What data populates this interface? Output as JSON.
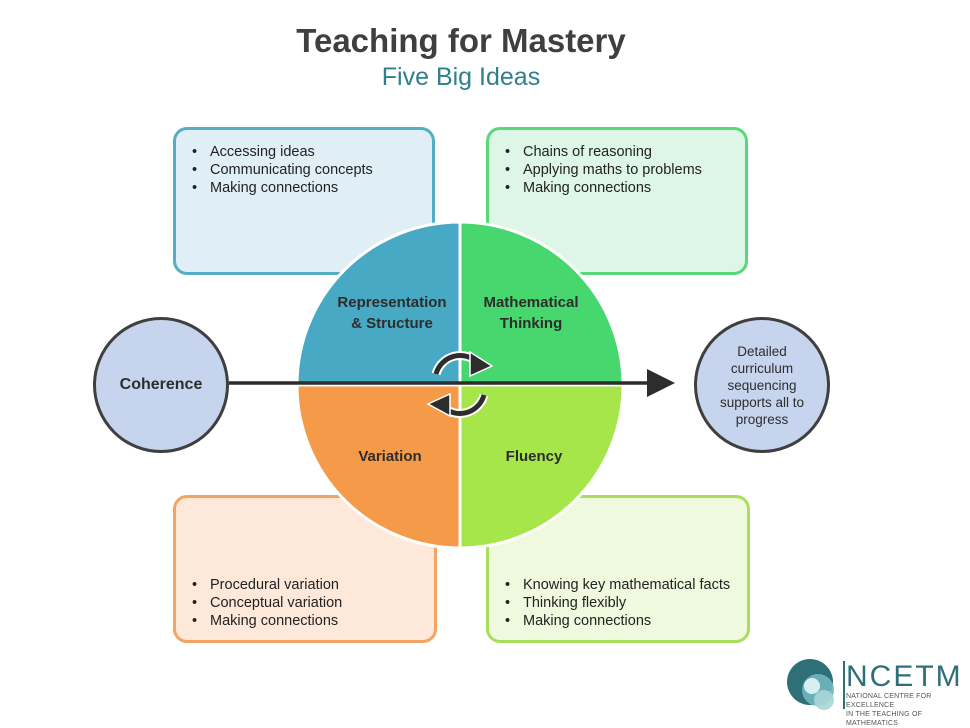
{
  "header": {
    "title": "Teaching for Mastery",
    "subtitle": "Five Big Ideas"
  },
  "quadrants": {
    "representation": {
      "label_line1": "Representation",
      "label_line2": "& Structure",
      "color": "#47a9c3",
      "bullets": [
        "Accessing ideas",
        "Communicating concepts",
        "Making connections"
      ]
    },
    "mathematical_thinking": {
      "label_line1": "Mathematical",
      "label_line2": "Thinking",
      "color": "#48d66e",
      "bullets": [
        "Chains of reasoning",
        "Applying maths to problems",
        "Making connections"
      ]
    },
    "variation": {
      "label": "Variation",
      "color": "#f59a48",
      "bullets": [
        "Procedural variation",
        "Conceptual variation",
        "Making connections"
      ]
    },
    "fluency": {
      "label": "Fluency",
      "color": "#a6e64a",
      "bullets": [
        "Knowing key mathematical facts",
        "Thinking flexibly",
        "Making connections"
      ]
    }
  },
  "coherence": {
    "label": "Coherence",
    "detail": "Detailed curriculum sequencing supports all to progress"
  },
  "logo": {
    "name": "NCETM",
    "tagline_line1": "NATIONAL CENTRE FOR EXCELLENCE",
    "tagline_line2": "IN THE TEACHING OF MATHEMATICS"
  }
}
